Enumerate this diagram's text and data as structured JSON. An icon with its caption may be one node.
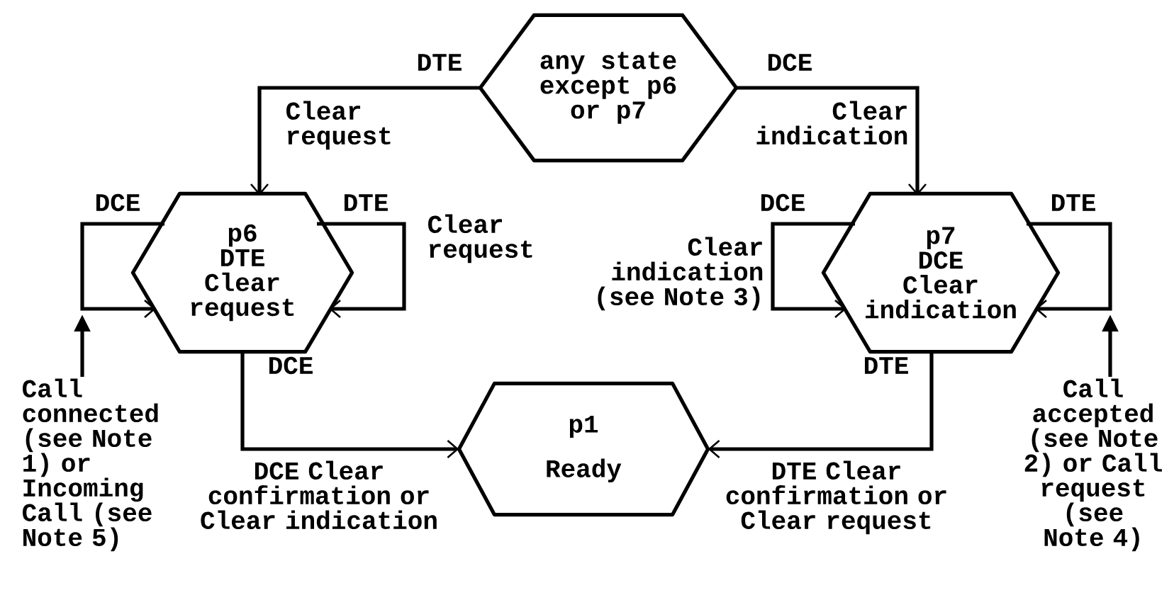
{
  "diagram": {
    "nodes": [
      {
        "text": [
          "any state except p6 or p7"
        ]
      },
      {
        "text": [
          "p6",
          "DTE",
          "Clear request"
        ]
      },
      {
        "text": [
          "p7",
          "DCE",
          "Clear indication"
        ]
      },
      {
        "text": [
          "p1",
          "Ready"
        ]
      },
      {
        "text": [
          "Call connected (see Note 1) or Incoming Call (see Note 5)"
        ]
      },
      {
        "text": [
          "Call accepted (see Note 2) or Call request (see Note 4)"
        ]
      }
    ],
    "edges": [
      {
        "from": 0,
        "to": 1,
        "arrow": "to",
        "label": "Clear request"
      },
      {
        "from": 0,
        "to": 2,
        "arrow": "to",
        "label": "Clear indication"
      },
      {
        "from": 1,
        "to": 1,
        "arrow": "to"
      },
      {
        "from": 1,
        "to": 1,
        "arrow": "to",
        "label": "Clear request"
      },
      {
        "from": 2,
        "to": 2,
        "arrow": "to",
        "label": "Clear indication (see Note 3)"
      },
      {
        "from": 2,
        "to": 2,
        "arrow": "to"
      },
      {
        "from": 1,
        "to": 3,
        "arrow": "to",
        "label": "DCE Clear confirmation or Clear indication"
      },
      {
        "from": 2,
        "to": 3,
        "arrow": "to",
        "label": "DTE Clear confirmation or Clear request"
      },
      {
        "from": 4,
        "to": null,
        "arrow": "to"
      },
      {
        "from": 5,
        "to": null,
        "arrow": "to"
      }
    ],
    "labels": [
      "DTE",
      "DCE",
      "DCE",
      "DTE",
      "DCE",
      "DTE",
      "DCE",
      "DTE"
    ]
  }
}
